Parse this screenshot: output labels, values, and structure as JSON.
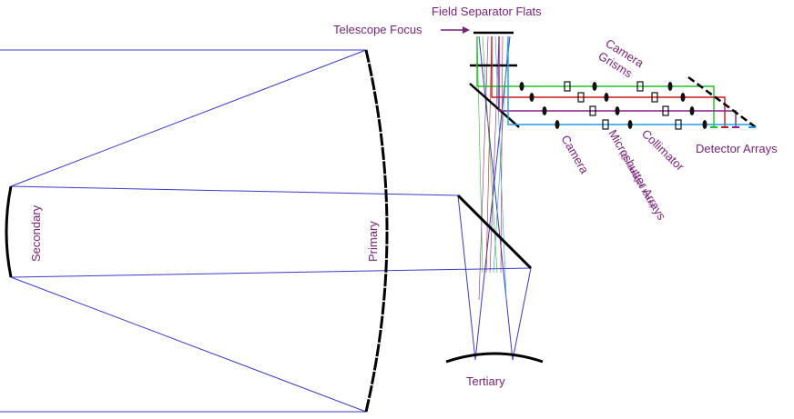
{
  "labels": {
    "field_separator_flats": "Field Separator Flats",
    "telescope_focus": "Telescope Focus",
    "camera_top": "Camera",
    "grisms": "Grisms",
    "camera_bottom": "Camera",
    "microshutter_arrays": "Microshutter Arrays",
    "reimaged_focus": "(@ reimaged focus)",
    "collimator": "Collimator",
    "detector_arrays": "Detector Arrays",
    "secondary": "Secondary",
    "primary": "Primary",
    "tertiary": "Tertiary"
  },
  "colors": {
    "label": "#7a1f7a",
    "telescope_rays": "#3a3acf",
    "mirror": "#000000",
    "channel_green": "#22c022",
    "channel_red": "#d01818",
    "channel_purple": "#8a1f8a",
    "channel_cyan": "#1aa0e0"
  }
}
